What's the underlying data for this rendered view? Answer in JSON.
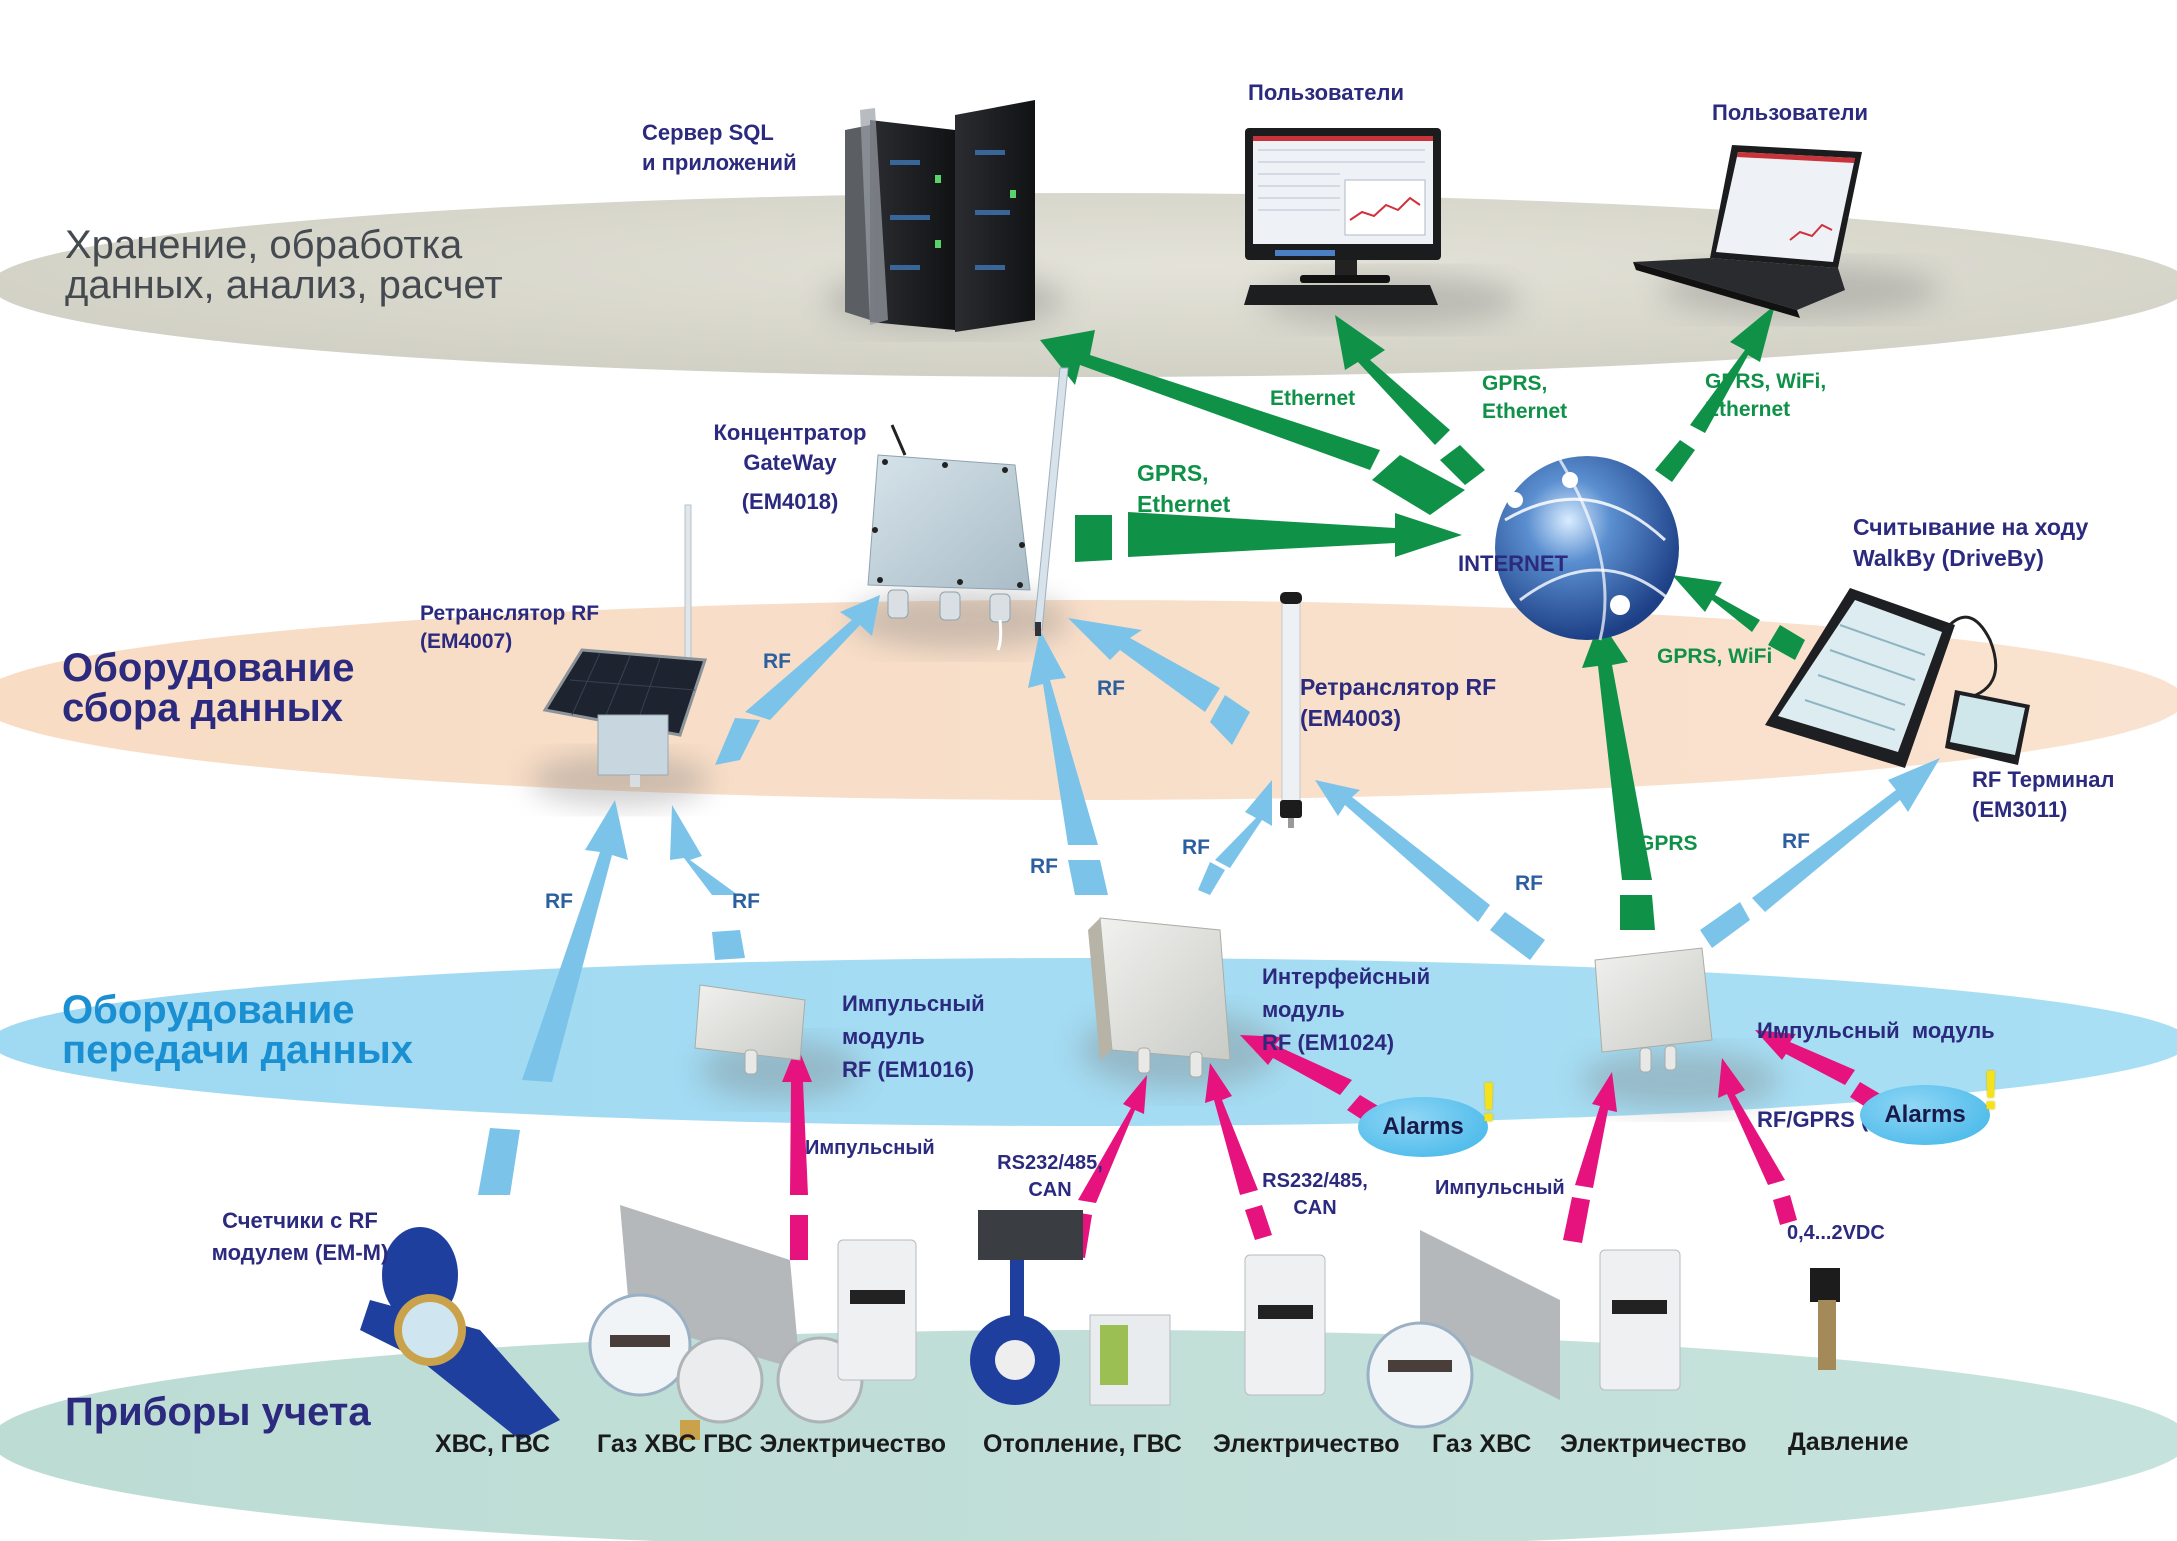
{
  "layers": [
    {
      "id": "storage",
      "title_lines": [
        "Хранение, обработка",
        "данных, анализ, расчет"
      ],
      "color": "#d4d3c8",
      "text_color": "#444a4f"
    },
    {
      "id": "collection",
      "title_lines": [
        "Оборудование",
        "сбора данных"
      ],
      "color": "#f9dfc8",
      "text_color": "#2b2a7e"
    },
    {
      "id": "transmission",
      "title_lines": [
        "Оборудование",
        "передачи данных"
      ],
      "color": "#a3dcf3",
      "text_color": "#1a8fd1"
    },
    {
      "id": "metering",
      "title_lines": [
        "Приборы учета"
      ],
      "color": "#c1dfd8",
      "text_color": "#2b2a7e"
    }
  ],
  "devices": {
    "sql_server": {
      "lines": [
        "Сервер SQL",
        "и приложений"
      ]
    },
    "users_desktop": {
      "label": "Пользователи"
    },
    "users_laptop": {
      "label": "Пользователи"
    },
    "gateway": {
      "lines": [
        "Концентратор",
        "GateWay",
        "(EM4018)"
      ]
    },
    "repeater_4007": {
      "lines": [
        "Ретранслятор RF",
        "(EM4007)"
      ]
    },
    "repeater_4003": {
      "lines": [
        "Ретранслятор RF",
        "(EM4003)"
      ]
    },
    "internet": {
      "label": "INTERNET"
    },
    "walkby": {
      "lines": [
        "Считывание на ходу",
        "WalkBy (DriveBy)"
      ]
    },
    "rf_terminal": {
      "lines": [
        "RF Терминал",
        "(EM3011)"
      ]
    },
    "pulse_1016": {
      "lines": [
        "Импульсный",
        "модуль",
        "RF (EM1016)"
      ]
    },
    "interface_1024": {
      "lines": [
        "Интерфейсный",
        "модуль",
        "RF (EM1024)"
      ]
    },
    "pulse_2043": {
      "lines": [
        "Импульсный  модуль",
        "RF/GPRS (EM2043)"
      ]
    },
    "rf_meters": {
      "lines": [
        "Счетчики с RF",
        "модулем (EM-M)"
      ]
    }
  },
  "links": {
    "ethernet_server": "Ethernet",
    "gprs_eth_desktop": [
      "GPRS,",
      "Ethernet"
    ],
    "gprs_wifi_eth_laptop": [
      "GPRS, WiFi,",
      "Ethernet"
    ],
    "gprs_eth_gateway": [
      "GPRS,",
      "Ethernet"
    ],
    "gprs_wifi_walkby": "GPRS, WiFi",
    "gprs_2043": "GPRS",
    "rf": "RF",
    "pulse": "Импульсный",
    "rs_can": [
      "RS232/485,",
      "CAN"
    ],
    "analog": "0,4...2VDC",
    "alarms": "Alarms",
    "alarm_mark": "!"
  },
  "meters": [
    "ХВС, ГВС",
    "Газ ХВС ГВС Электричество",
    "Отопление, ГВС",
    "Электричество",
    "Газ  ХВС",
    "Электричество",
    "Давление"
  ],
  "colors": {
    "green_link": "#0f9148",
    "rf_link": "#7cc3ea",
    "wired_link": "#e6127e",
    "label_navy": "#2b2a7e"
  }
}
